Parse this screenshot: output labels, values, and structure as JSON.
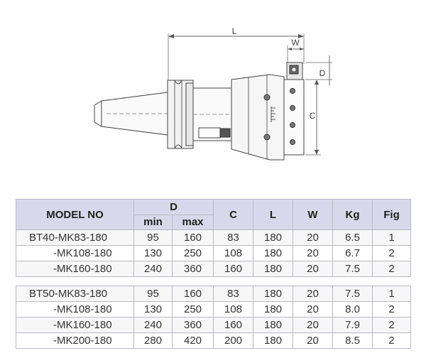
{
  "drawing": {
    "labels": {
      "L": "L",
      "W": "W",
      "D": "D",
      "C": "C"
    }
  },
  "table": {
    "headers": {
      "model": "MODEL NO",
      "d": "D",
      "d_min": "min",
      "d_max": "max",
      "c": "C",
      "l": "L",
      "w": "W",
      "kg": "Kg",
      "fig": "Fig"
    },
    "group1": [
      {
        "model": "BT40-MK83-180",
        "min": "95",
        "max": "160",
        "c": "83",
        "l": "180",
        "w": "20",
        "kg": "6.5",
        "fig": "1"
      },
      {
        "model": "-MK108-180",
        "min": "130",
        "max": "250",
        "c": "108",
        "l": "180",
        "w": "20",
        "kg": "6.7",
        "fig": "2"
      },
      {
        "model": "-MK160-180",
        "min": "240",
        "max": "360",
        "c": "160",
        "l": "180",
        "w": "20",
        "kg": "7.5",
        "fig": "2"
      }
    ],
    "group2": [
      {
        "model": "BT50-MK83-180",
        "min": "95",
        "max": "160",
        "c": "83",
        "l": "180",
        "w": "20",
        "kg": "7.5",
        "fig": "1"
      },
      {
        "model": "-MK108-180",
        "min": "130",
        "max": "250",
        "c": "108",
        "l": "180",
        "w": "20",
        "kg": "8.0",
        "fig": "2"
      },
      {
        "model": "-MK160-180",
        "min": "240",
        "max": "360",
        "c": "160",
        "l": "180",
        "w": "20",
        "kg": "7.9",
        "fig": "2"
      },
      {
        "model": "-MK200-180",
        "min": "280",
        "max": "420",
        "c": "200",
        "l": "180",
        "w": "20",
        "kg": "8.5",
        "fig": "2"
      }
    ]
  }
}
